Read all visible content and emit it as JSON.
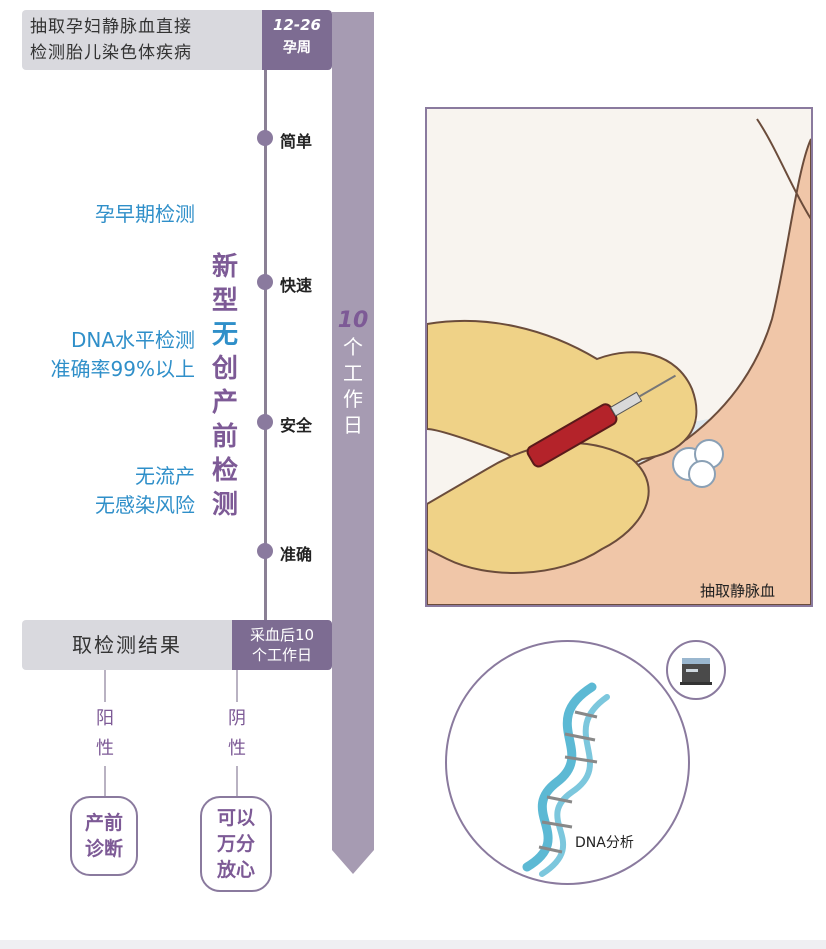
{
  "header": {
    "line1": "抽取孕妇静脉血直接",
    "line2": "检测胎儿染色体疾病",
    "badge_range": "12-26",
    "badge_unit": "孕周"
  },
  "timeline": {
    "points": [
      "简单",
      "快速",
      "安全",
      "准确"
    ]
  },
  "left_texts": {
    "early": "孕早期检测",
    "dna_line1": "DNA水平检测",
    "dna_line2": "准确率99%以上",
    "risk_line1": "无流产",
    "risk_line2": "无感染风险"
  },
  "vertical_title": [
    "新",
    "型",
    "无",
    "创",
    "产",
    "前",
    "检",
    "测"
  ],
  "workdays": {
    "number": "10",
    "chars": [
      "个",
      "工",
      "作",
      "日"
    ]
  },
  "result": {
    "label": "取检测结果",
    "badge_line1": "采血后10",
    "badge_line2": "个工作日"
  },
  "branches": {
    "positive": [
      "阳",
      "性"
    ],
    "negative": [
      "阴",
      "性"
    ],
    "positive_action": [
      "产前",
      "诊断"
    ],
    "negative_action": [
      "可以",
      "万分",
      "放心"
    ]
  },
  "illustrations": {
    "photo_caption": "抽取静脉血",
    "dna_caption": "DNA分析"
  },
  "colors": {
    "purple": "#7d6c92",
    "blue": "#2f8fc9",
    "grey": "#d9d9de"
  }
}
